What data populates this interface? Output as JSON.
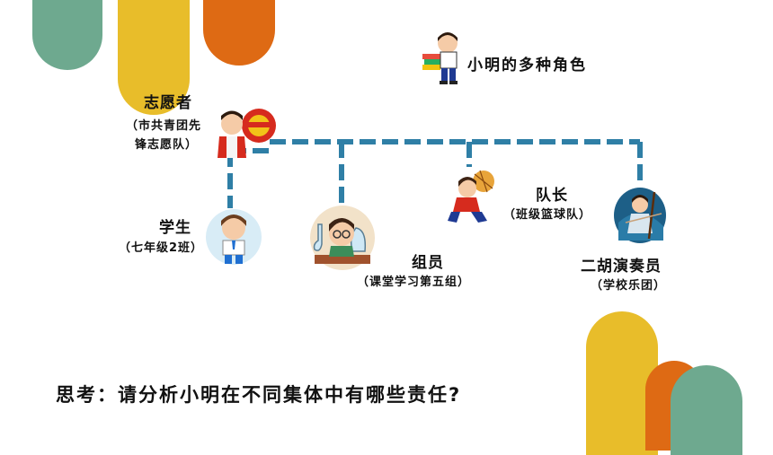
{
  "title": "小明的多种角色",
  "roles": {
    "volunteer": {
      "name": "志愿者",
      "sub_line1": "（市共青团先",
      "sub_line2": "锋志愿队）"
    },
    "student": {
      "name": "学生",
      "sub": "（七年级2班）"
    },
    "member": {
      "name": "组员",
      "sub": "（课堂学习第五组）"
    },
    "captain": {
      "name": "队长",
      "sub": "（班级篮球队）"
    },
    "erhu": {
      "name": "二胡演奏员",
      "sub": "（学校乐团）"
    }
  },
  "question": "思考：请分析小明在不同集体中有哪些责任?",
  "colors": {
    "green": "#6ea98f",
    "yellow": "#e8bd2a",
    "orange": "#de6a14",
    "connector": "#2f7fa6"
  }
}
